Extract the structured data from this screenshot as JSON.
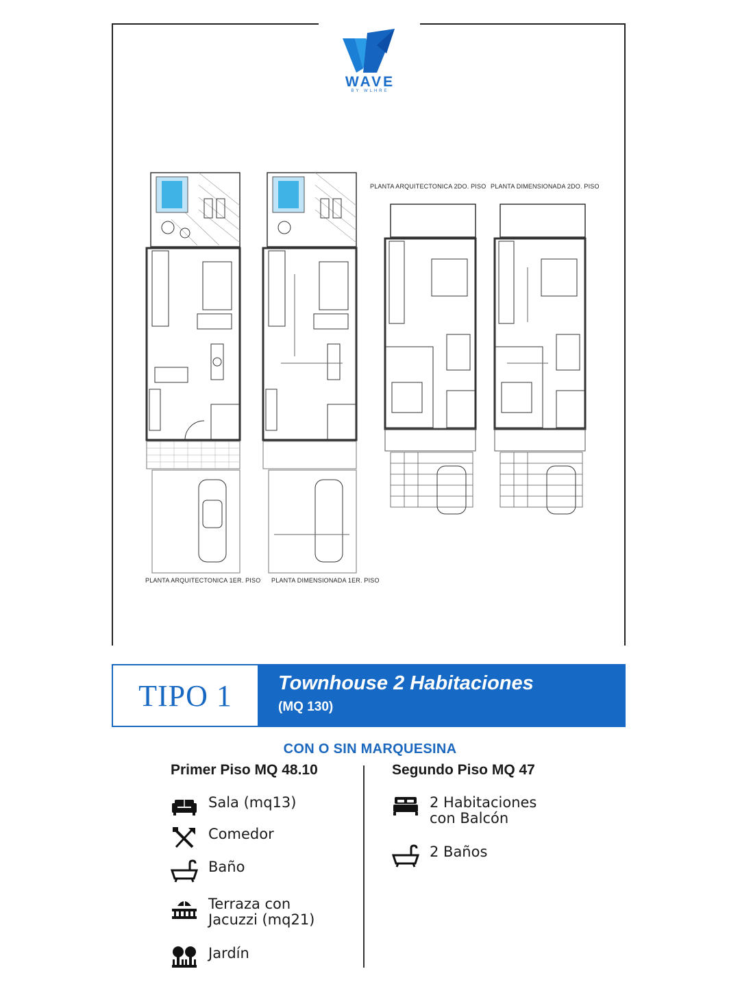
{
  "logo": {
    "word": "WAVE",
    "sub": "BY WLHRE"
  },
  "plans": {
    "captions": {
      "first_floor_arch": "PLANTA ARQUITECTONICA 1ER. PISO",
      "first_floor_dim": "PLANTA DIMENSIONADA 1ER. PISO",
      "second_floor_arch": "PLANTA ARQUITECTONICA 2DO. PISO",
      "second_floor_dim": "PLANTA DIMENSIONADA 2DO. PISO"
    }
  },
  "banner": {
    "type_label": "TIPO 1",
    "title": "Townhouse 2 Habitaciones",
    "size": "(MQ 130)"
  },
  "subtitle": "CON O SIN MARQUESINA",
  "first_floor": {
    "heading": "Primer Piso MQ 48.10",
    "items": [
      {
        "icon": "sofa-icon",
        "lines": [
          "Sala (mq13)"
        ]
      },
      {
        "icon": "fork-knife-icon",
        "lines": [
          "Comedor"
        ]
      },
      {
        "icon": "bathtub-icon",
        "lines": [
          "Baño"
        ]
      },
      {
        "icon": "terrace-icon",
        "lines": [
          "Terraza con",
          "Jacuzzi (mq21)"
        ]
      },
      {
        "icon": "garden-icon",
        "lines": [
          "Jardín"
        ]
      }
    ]
  },
  "second_floor": {
    "heading": "Segundo Piso MQ 47",
    "items": [
      {
        "icon": "bed-icon",
        "lines": [
          "2 Habitaciones",
          "con Balcón"
        ]
      },
      {
        "icon": "bathtub-icon",
        "lines": [
          "2 Baños"
        ]
      }
    ]
  }
}
